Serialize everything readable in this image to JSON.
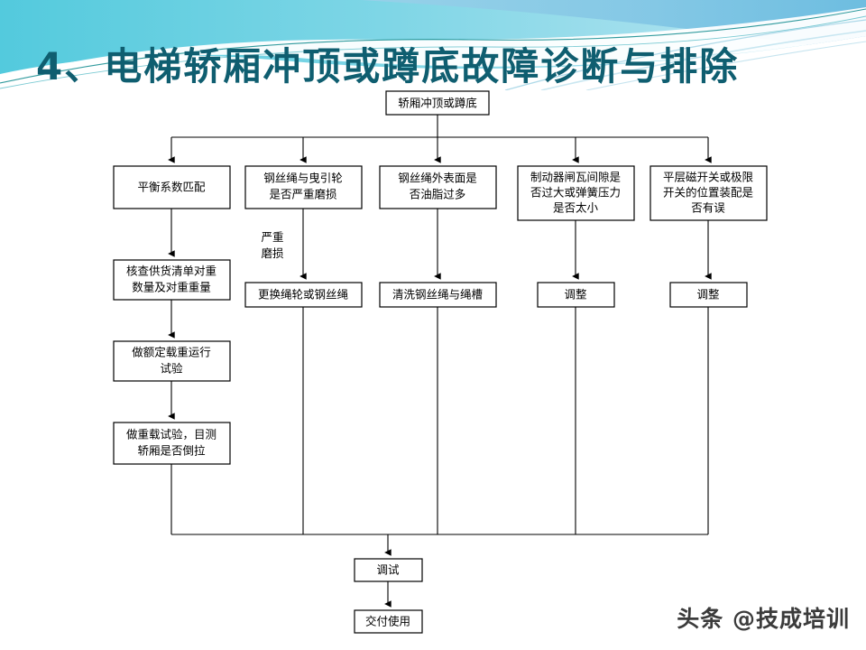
{
  "slide": {
    "title": "4、电梯轿厢冲顶或蹲底故障诊断与排除",
    "watermark": "头条 @技成培训",
    "theme": {
      "title_color": "#0f5e70",
      "header_cyan": "#5fcfe0",
      "header_blue": "#a9dcef",
      "header_teal_line": "#1b8f93",
      "box_stroke": "#000000",
      "box_fill": "#ffffff"
    }
  },
  "flowchart": {
    "type": "flowchart",
    "start": {
      "id": "start",
      "label": "轿厢冲顶或蹲底"
    },
    "branches": [
      {
        "id": "b1",
        "cause": "平衡系数匹配",
        "steps": [
          "核查供货清单对重数量及对重重量",
          "做额定载重运行试验",
          "做重载试验，目测轿厢是否倒拉"
        ],
        "edge_label": ""
      },
      {
        "id": "b2",
        "cause": "钢丝绳与曳引轮是否严重磨损",
        "steps": [
          "更换绳轮或钢丝绳"
        ],
        "edge_label": "严重磨损"
      },
      {
        "id": "b3",
        "cause": "钢丝绳外表面是否油脂过多",
        "steps": [
          "清洗钢丝绳与绳槽"
        ],
        "edge_label": ""
      },
      {
        "id": "b4",
        "cause": "制动器闸瓦间隙是否过大或弹簧压力是否太小",
        "steps": [
          "调整"
        ],
        "edge_label": ""
      },
      {
        "id": "b5",
        "cause": "平层磁开关或极限开关的位置装配是否有误",
        "steps": [
          "调整"
        ],
        "edge_label": ""
      }
    ],
    "merge": [
      {
        "id": "m1",
        "label": "调试"
      },
      {
        "id": "m2",
        "label": "交付使用"
      }
    ]
  }
}
